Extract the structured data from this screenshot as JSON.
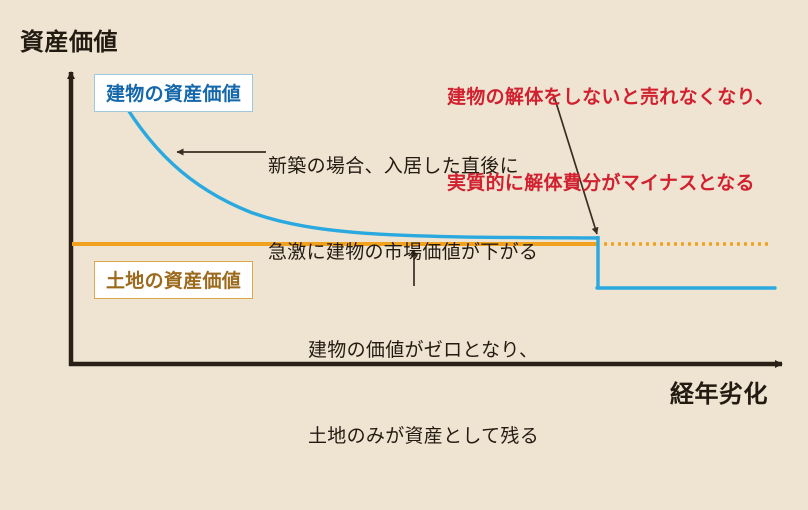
{
  "figure": {
    "background_color": "#efe4d1",
    "axis_color": "#2b2018",
    "y_axis_title": "資産価値",
    "x_axis_title": "経年劣化"
  },
  "legends": {
    "building": {
      "label": "建物の資産価値",
      "text_color": "#1467aa",
      "border_color": "#9ec8e0"
    },
    "land": {
      "label": "土地の資産価値",
      "text_color": "#9c6a1c",
      "border_color": "#e0a64a"
    }
  },
  "annotations": {
    "new_building": {
      "line1": "新築の場合、入居した直後に",
      "line2": "急激に建物の市場価値が下がる",
      "color": "#231a12"
    },
    "zero_value": {
      "line1": "建物の価値がゼロとなり、",
      "line2": "土地のみが資産として残る",
      "color": "#231a12"
    },
    "demolition": {
      "line1": "建物の解体をしないと売れなくなり、",
      "line2": "実質的に解体費分がマイナスとなる",
      "color": "#d1202f"
    }
  },
  "chart_data": {
    "type": "line",
    "title": "",
    "xlabel": "経年劣化",
    "ylabel": "資産価値",
    "xlim": [
      0,
      100
    ],
    "ylim": [
      0,
      100
    ],
    "grid": false,
    "legend_position": "inline-boxes",
    "annotation_note": "Building asset value decays exponentially toward the land value line, then drops below zero-equivalent when demolition cost applies.",
    "series": [
      {
        "name": "建物の資産価値",
        "color": "#2aa9e0",
        "type": "line",
        "x": [
          6,
          10,
          15,
          20,
          25,
          30,
          35,
          40,
          45,
          50,
          55,
          60,
          65,
          70,
          74,
          74,
          100
        ],
        "y": [
          92,
          74,
          60,
          50,
          43,
          37,
          33,
          29,
          26,
          24,
          22,
          21,
          20,
          19,
          18,
          -18,
          -18
        ],
        "description": "Exponential decay curve from new-build high value down to land-value level, then a vertical step drop representing negative demolition cost."
      },
      {
        "name": "土地の資産価値",
        "color": "#f0a11e",
        "type": "line",
        "style_solid_until": 74,
        "style_after": "dotted",
        "x": [
          0,
          74,
          100
        ],
        "y": [
          16,
          16,
          16
        ],
        "description": "Constant land asset value; solid before the demolition point, dotted afterward."
      }
    ]
  }
}
